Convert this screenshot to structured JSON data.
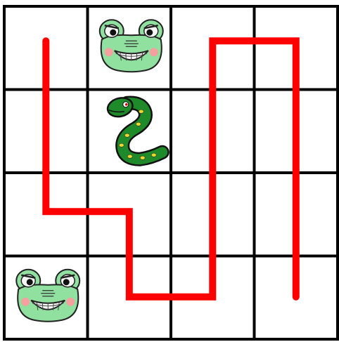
{
  "board": {
    "rows": 4,
    "cols": 4
  },
  "pieces": [
    {
      "type": "frog",
      "row": 0,
      "col": 1,
      "icon": "frog-face-icon"
    },
    {
      "type": "snake",
      "row": 1,
      "col": 1,
      "icon": "snake-icon"
    },
    {
      "type": "frog",
      "row": 3,
      "col": 0,
      "icon": "frog-face-icon"
    }
  ],
  "path": {
    "color": "#ff0000",
    "points": [
      [
        0.5,
        0.5
      ],
      [
        0.5,
        2.5
      ],
      [
        1.5,
        2.5
      ],
      [
        1.5,
        3.5
      ],
      [
        2.5,
        3.5
      ],
      [
        2.5,
        0.5
      ],
      [
        3.5,
        0.5
      ],
      [
        3.5,
        3.5
      ]
    ]
  },
  "colors": {
    "grid": "#000000",
    "frog_fill": "#90e0a0",
    "snake_fill": "#1f8a2a",
    "snake_spots": "#e9d92a"
  }
}
